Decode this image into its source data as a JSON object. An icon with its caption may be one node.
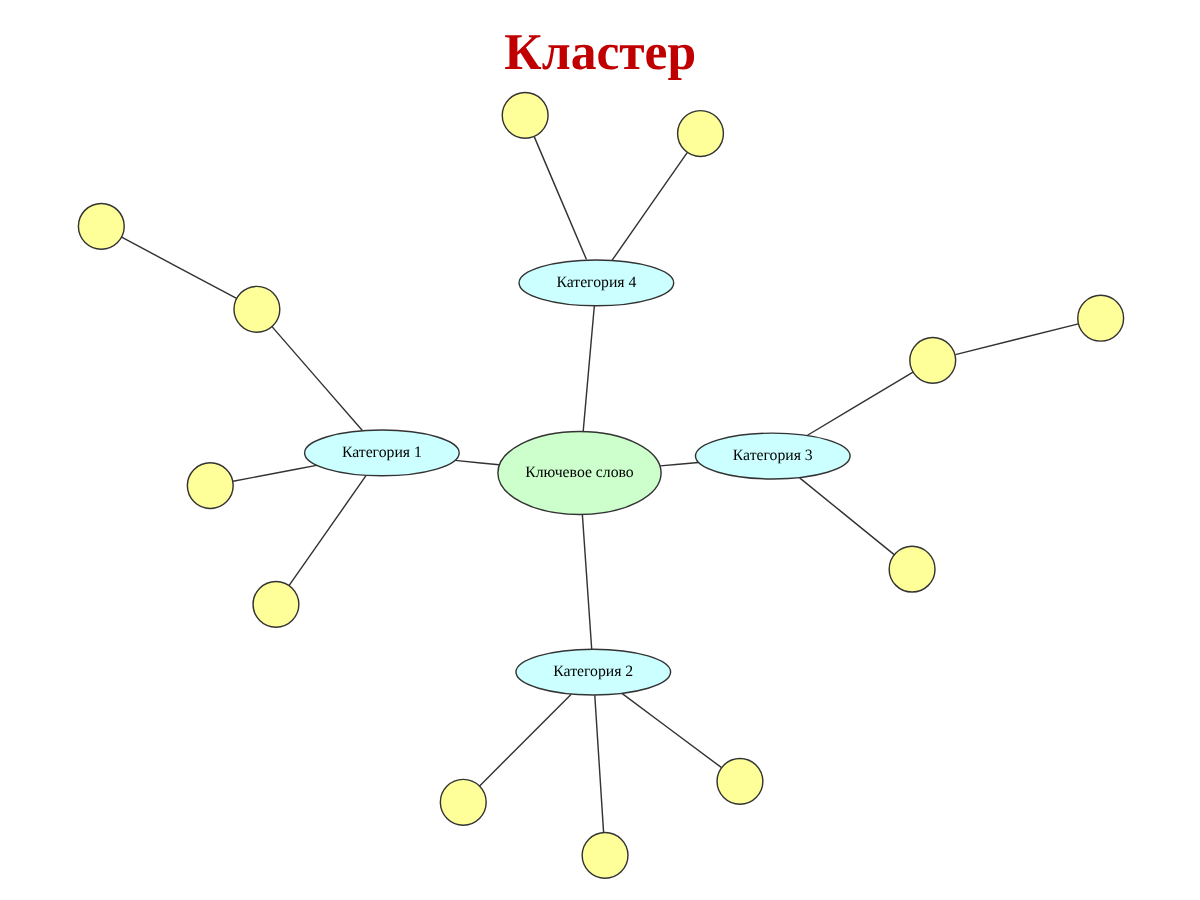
{
  "diagram": {
    "title": "Кластер",
    "nodes": [
      {
        "text": [
          "Категория 1"
        ]
      },
      {
        "text": [
          "Категория 2"
        ]
      },
      {
        "text": [
          "Ключевое слово"
        ]
      },
      {
        "text": [
          "Категория 4"
        ]
      },
      {
        "text": [
          "Категория 3"
        ]
      },
      {
        "text": [],
        "shape": "circle"
      },
      {
        "text": [],
        "shape": "circle"
      },
      {
        "text": [],
        "shape": "circle"
      },
      {
        "text": [],
        "shape": "circle"
      },
      {
        "text": [],
        "shape": "circle"
      },
      {
        "text": [],
        "shape": "circle"
      },
      {
        "text": [],
        "shape": "circle"
      },
      {
        "text": [],
        "shape": "circle"
      },
      {
        "text": [],
        "shape": "circle"
      },
      {
        "text": [],
        "shape": "circle"
      },
      {
        "text": [],
        "shape": "circle"
      },
      {
        "text": [],
        "shape": "circle"
      }
    ],
    "edges": [
      {
        "from": 2,
        "to": 0,
        "arrow": "none"
      },
      {
        "from": 2,
        "to": 1,
        "arrow": "none"
      },
      {
        "from": 2,
        "to": 3,
        "arrow": "none"
      },
      {
        "from": 2,
        "to": 4,
        "arrow": "none"
      },
      {
        "from": 0,
        "to": 7,
        "arrow": "none"
      },
      {
        "from": 0,
        "to": 8,
        "arrow": "none"
      },
      {
        "from": 0,
        "to": 10,
        "arrow": "none"
      },
      {
        "from": 10,
        "to": 11,
        "arrow": "none"
      },
      {
        "from": 1,
        "to": 5,
        "arrow": "none"
      },
      {
        "from": 1,
        "to": 6,
        "arrow": "none"
      },
      {
        "from": 1,
        "to": 9,
        "arrow": "none"
      },
      {
        "from": 3,
        "to": 13,
        "arrow": "none"
      },
      {
        "from": 3,
        "to": 14,
        "arrow": "none"
      },
      {
        "from": 4,
        "to": 12,
        "arrow": "none"
      },
      {
        "from": 12,
        "to": 15,
        "arrow": "none"
      },
      {
        "from": 4,
        "to": 16,
        "arrow": "none"
      }
    ]
  }
}
